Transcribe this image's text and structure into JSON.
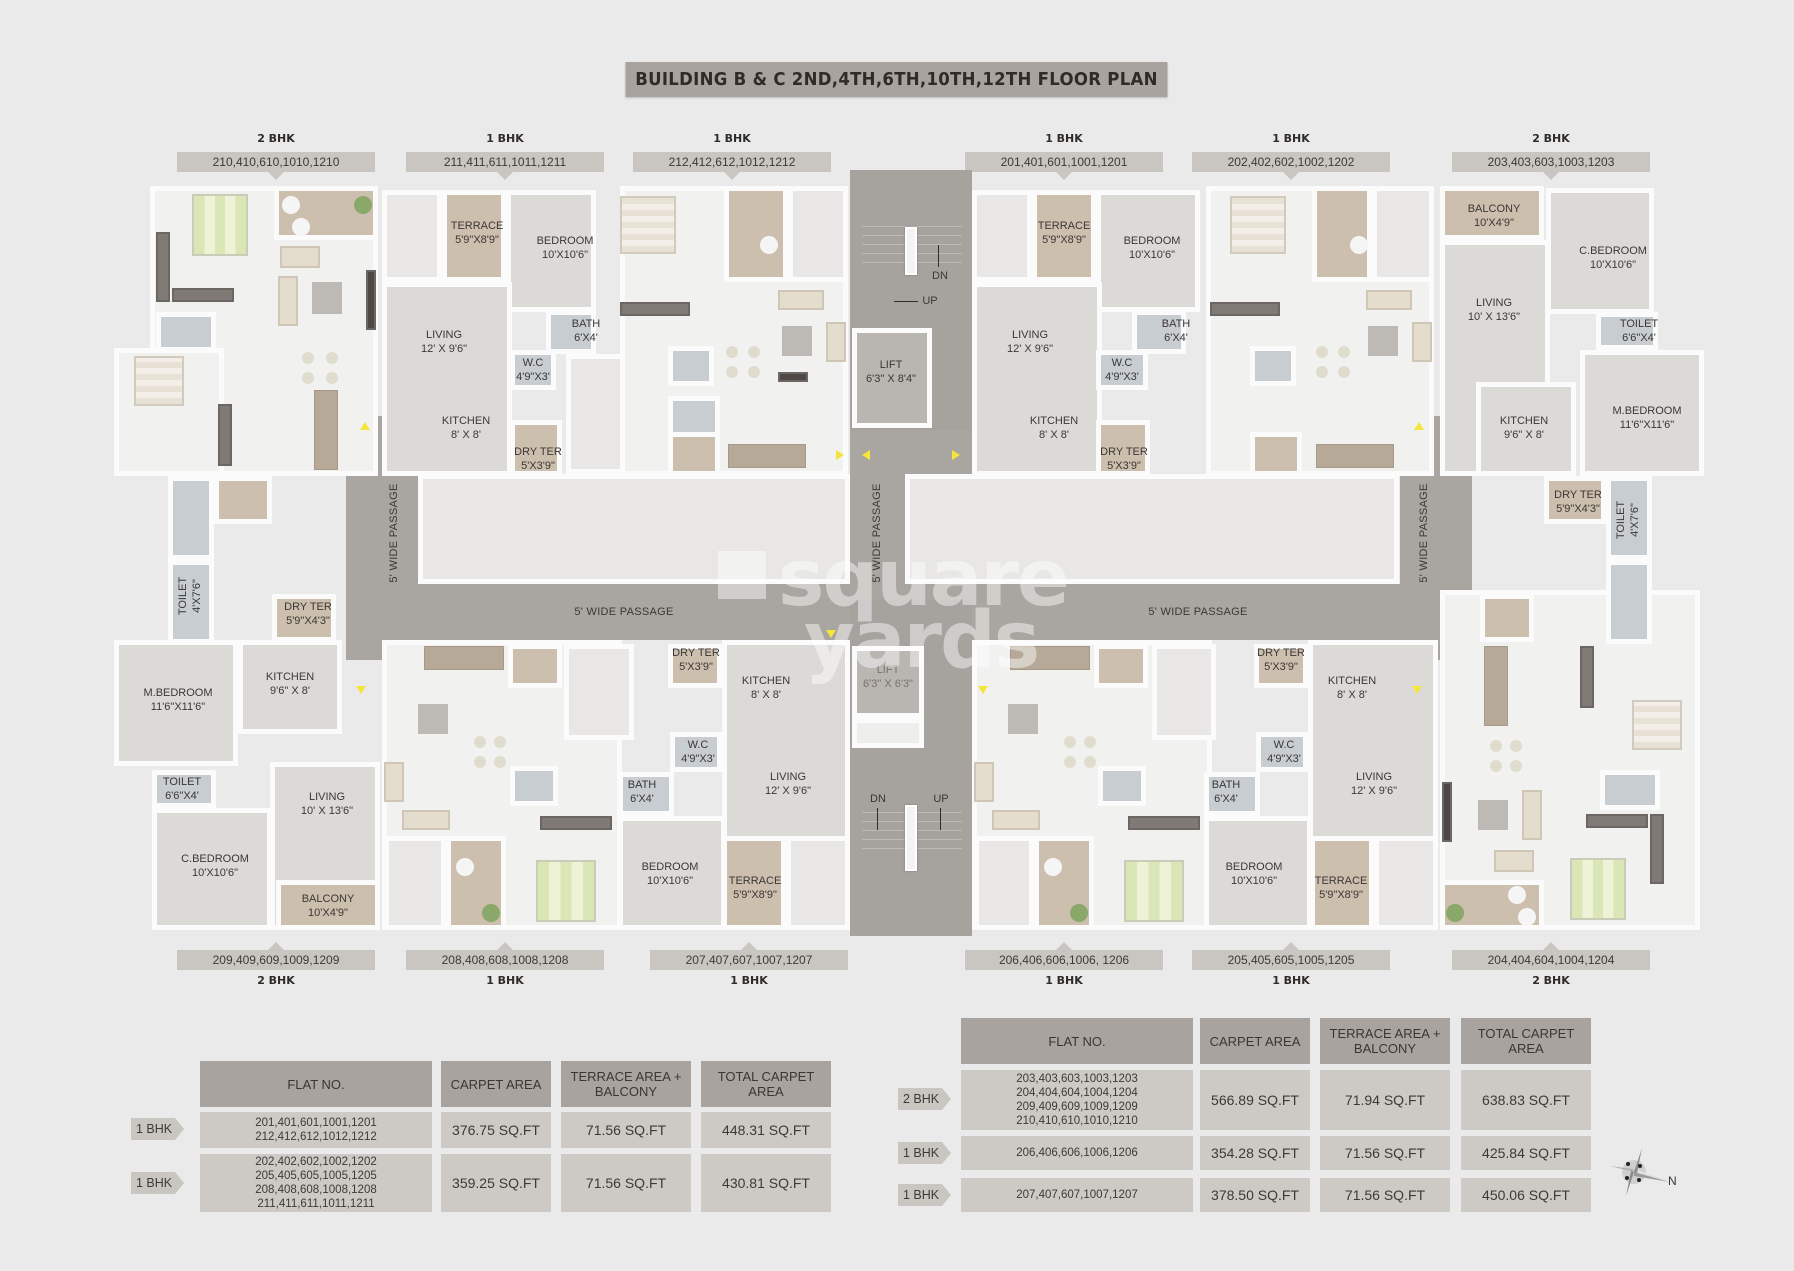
{
  "title": "BUILDING B & C 2ND,4TH,6TH,10TH,12TH FLOOR PLAN",
  "top_units": [
    {
      "type": "2 BHK",
      "flats": "210,410,610,1010,1210"
    },
    {
      "type": "1 BHK",
      "flats": "211,411,611,1011,1211"
    },
    {
      "type": "1 BHK",
      "flats": "212,412,612,1012,1212"
    },
    {
      "type": "1 BHK",
      "flats": "201,401,601,1001,1201"
    },
    {
      "type": "1 BHK",
      "flats": "202,402,602,1002,1202"
    },
    {
      "type": "2 BHK",
      "flats": "203,403,603,1003,1203"
    }
  ],
  "bottom_units": [
    {
      "type": "2 BHK",
      "flats": "209,409,609,1009,1209"
    },
    {
      "type": "1 BHK",
      "flats": "208,408,608,1008,1208"
    },
    {
      "type": "1 BHK",
      "flats": "207,407,607,1007,1207"
    },
    {
      "type": "1 BHK",
      "flats": "206,406,606,1006, 1206"
    },
    {
      "type": "1 BHK",
      "flats": "205,405,605,1005,1205"
    },
    {
      "type": "2 BHK",
      "flats": "204,404,604,1004,1204"
    }
  ],
  "rooms": {
    "terrace": "TERRACE",
    "terrace_dim": "5'9\"X8'9\"",
    "bedroom": "BEDROOM",
    "bedroom_dim": "10'X10'6\"",
    "living_1bhk": "LIVING",
    "living_1bhk_dim": "12' X 9'6\"",
    "bath": "BATH",
    "bath_dim": "6'X4'",
    "wc": "W.C",
    "wc_dim": "4'9\"X3'",
    "kitchen_1bhk": "KITCHEN",
    "kitchen_1bhk_dim": "8' X 8'",
    "dry_ter_1bhk": "DRY TER",
    "dry_ter_1bhk_dim": "5'X3'9\"",
    "balcony": "BALCONY",
    "balcony_dim": "10'X4'9\"",
    "c_bedroom": "C.BEDROOM",
    "c_bedroom_dim": "10'X10'6\"",
    "living_2bhk": "LIVING",
    "living_2bhk_dim": "10' X 13'6\"",
    "toilet_a": "TOILET",
    "toilet_a_dim": "6'6\"X4'",
    "kitchen_2bhk": "KITCHEN",
    "kitchen_2bhk_dim": "9'6\" X 8'",
    "m_bedroom": "M.BEDROOM",
    "m_bedroom_dim": "11'6\"X11'6\"",
    "dry_ter_2bhk": "DRY TER",
    "dry_ter_2bhk_dim": "5'9\"X4'3\"",
    "toilet_b": "TOILET",
    "toilet_b_dim": "4'X7'6\"",
    "lift_top": "LIFT",
    "lift_top_dim": "6'3\" X 8'4\"",
    "lift_bottom": "LIFT",
    "lift_bottom_dim": "6'3\" X 6'3\""
  },
  "passages": {
    "horizontal": "5' WIDE PASSAGE",
    "vertical": "5' WIDE PASSAGE"
  },
  "stairs": {
    "up": "UP",
    "dn": "DN"
  },
  "watermark": {
    "line1": "square",
    "line2": "yards"
  },
  "table_left": {
    "headers": [
      "FLAT NO.",
      "CARPET AREA",
      "TERRACE AREA + BALCONY",
      "TOTAL CARPET AREA"
    ],
    "rows": [
      {
        "type": "1 BHK",
        "flats": "201,401,601,1001,1201\n212,412,612,1012,1212",
        "carpet": "376.75 SQ.FT",
        "terrace": "71.56 SQ.FT",
        "total": "448.31 SQ.FT"
      },
      {
        "type": "1 BHK",
        "flats": "202,402,602,1002,1202\n205,405,605,1005,1205\n208,408,608,1008,1208\n211,411,611,1011,1211",
        "carpet": "359.25 SQ.FT",
        "terrace": "71.56 SQ.FT",
        "total": "430.81 SQ.FT"
      }
    ]
  },
  "table_right": {
    "headers": [
      "FLAT NO.",
      "CARPET AREA",
      "TERRACE AREA + BALCONY",
      "TOTAL CARPET AREA"
    ],
    "rows": [
      {
        "type": "2 BHK",
        "flats": "203,403,603,1003,1203\n204,404,604,1004,1204\n209,409,609,1009,1209\n210,410,610,1010,1210",
        "carpet": "566.89 SQ.FT",
        "terrace": "71.94 SQ.FT",
        "total": "638.83 SQ.FT"
      },
      {
        "type": "1 BHK",
        "flats": "206,406,606,1006,1206",
        "carpet": "354.28 SQ.FT",
        "terrace": "71.56 SQ.FT",
        "total": "425.84 SQ.FT"
      },
      {
        "type": "1 BHK",
        "flats": "207,407,607,1007,1207",
        "carpet": "378.50 SQ.FT",
        "terrace": "71.56 SQ.FT",
        "total": "450.06 SQ.FT"
      }
    ]
  },
  "compass": {
    "label": "N",
    "icon": "compass-rose-icon"
  },
  "colors": {
    "background": "#ebeaea",
    "banner": "#a8a39f",
    "label_box": "#c9c5c1",
    "passage": "#a9a5a1",
    "terrace": "#cdbfae",
    "door_marker": "#f5e43a"
  }
}
